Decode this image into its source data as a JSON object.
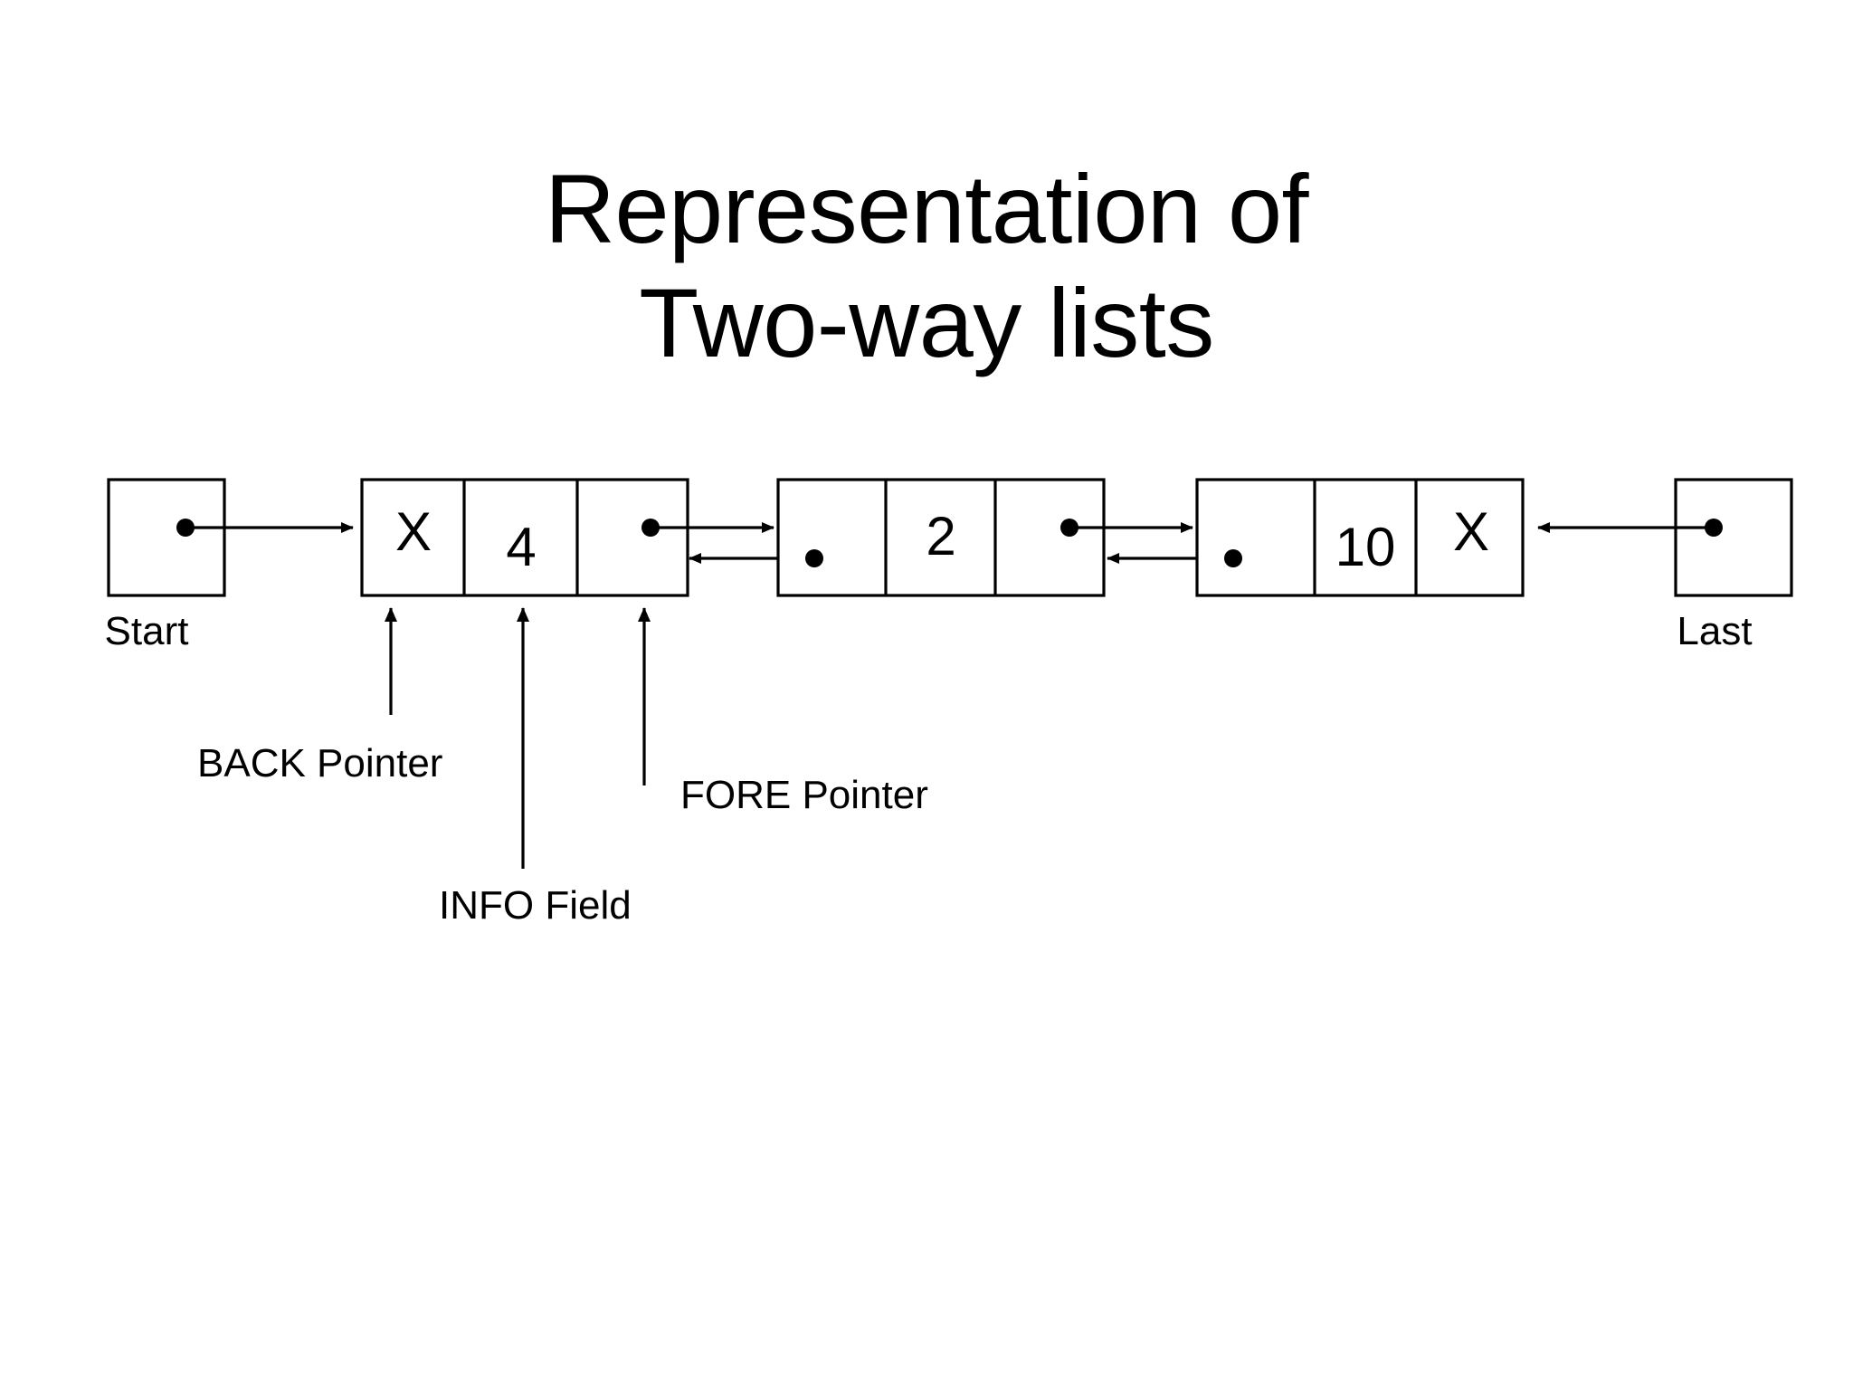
{
  "slide": {
    "background": "#ffffff",
    "ink": "#000000",
    "title_lines": [
      "Representation of",
      "Two-way lists"
    ]
  },
  "endpoints": {
    "start": {
      "label": "Start",
      "pointer": "dot"
    },
    "last": {
      "label": "Last",
      "pointer": "dot"
    }
  },
  "nodes": [
    {
      "id": "node-1",
      "back": "X",
      "info": "4",
      "fore": "dot"
    },
    {
      "id": "node-2",
      "back": "dot",
      "info": "2",
      "fore": "dot"
    },
    {
      "id": "node-3",
      "back": "dot",
      "info": "10",
      "fore": "X"
    }
  ],
  "annotations": [
    {
      "id": "back-pointer",
      "label": "BACK Pointer",
      "target": "node-1 back cell"
    },
    {
      "id": "info-field",
      "label": "INFO Field",
      "target": "node-1 info cell"
    },
    {
      "id": "fore-pointer",
      "label": "FORE Pointer",
      "target": "node-1 fore cell"
    }
  ]
}
